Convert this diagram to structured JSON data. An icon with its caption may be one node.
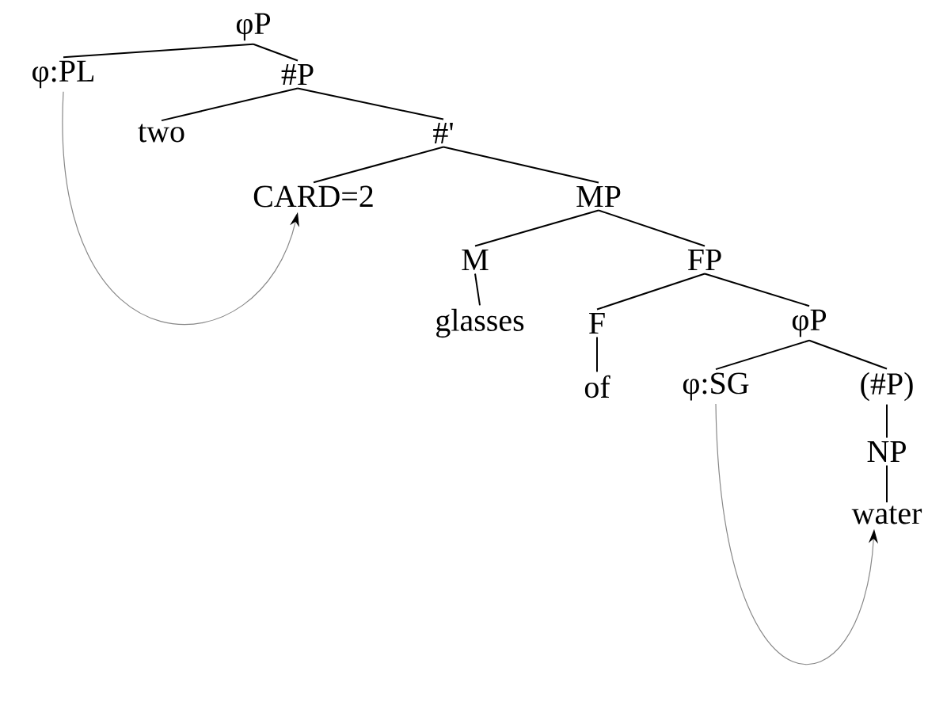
{
  "diagram": {
    "nodes": [
      {
        "text": [
          "φP"
        ]
      },
      {
        "text": [
          "φ:PL"
        ]
      },
      {
        "text": [
          "#P"
        ]
      },
      {
        "text": [
          "two"
        ]
      },
      {
        "text": [
          "#'"
        ]
      },
      {
        "text": [
          "CARD=2"
        ]
      },
      {
        "text": [
          "MP"
        ]
      },
      {
        "text": [
          "M"
        ]
      },
      {
        "text": [
          "FP"
        ]
      },
      {
        "text": [
          "glasses"
        ]
      },
      {
        "text": [
          "F"
        ]
      },
      {
        "text": [
          "φP"
        ]
      },
      {
        "text": [
          "of"
        ]
      },
      {
        "text": [
          "φ:SG"
        ]
      },
      {
        "text": [
          "(#P)"
        ]
      },
      {
        "text": [
          "NP"
        ]
      },
      {
        "text": [
          "water"
        ]
      }
    ],
    "edges": [
      {
        "from": 0,
        "to": 1,
        "arrow": "none"
      },
      {
        "from": 0,
        "to": 2,
        "arrow": "none"
      },
      {
        "from": 2,
        "to": 3,
        "arrow": "none"
      },
      {
        "from": 2,
        "to": 4,
        "arrow": "none"
      },
      {
        "from": 4,
        "to": 5,
        "arrow": "none"
      },
      {
        "from": 4,
        "to": 6,
        "arrow": "none"
      },
      {
        "from": 6,
        "to": 7,
        "arrow": "none"
      },
      {
        "from": 6,
        "to": 8,
        "arrow": "none"
      },
      {
        "from": 7,
        "to": 9,
        "arrow": "none"
      },
      {
        "from": 8,
        "to": 10,
        "arrow": "none"
      },
      {
        "from": 8,
        "to": 11,
        "arrow": "none"
      },
      {
        "from": 10,
        "to": 12,
        "arrow": "none"
      },
      {
        "from": 11,
        "to": 13,
        "arrow": "none"
      },
      {
        "from": 11,
        "to": 14,
        "arrow": "none"
      },
      {
        "from": 14,
        "to": 15,
        "arrow": "none"
      },
      {
        "from": 15,
        "to": 16,
        "arrow": "none"
      },
      {
        "from": 1,
        "to": 5,
        "arrow": "to",
        "color": "#888888"
      },
      {
        "from": 13,
        "to": 16,
        "arrow": "to",
        "color": "#888888"
      }
    ]
  }
}
